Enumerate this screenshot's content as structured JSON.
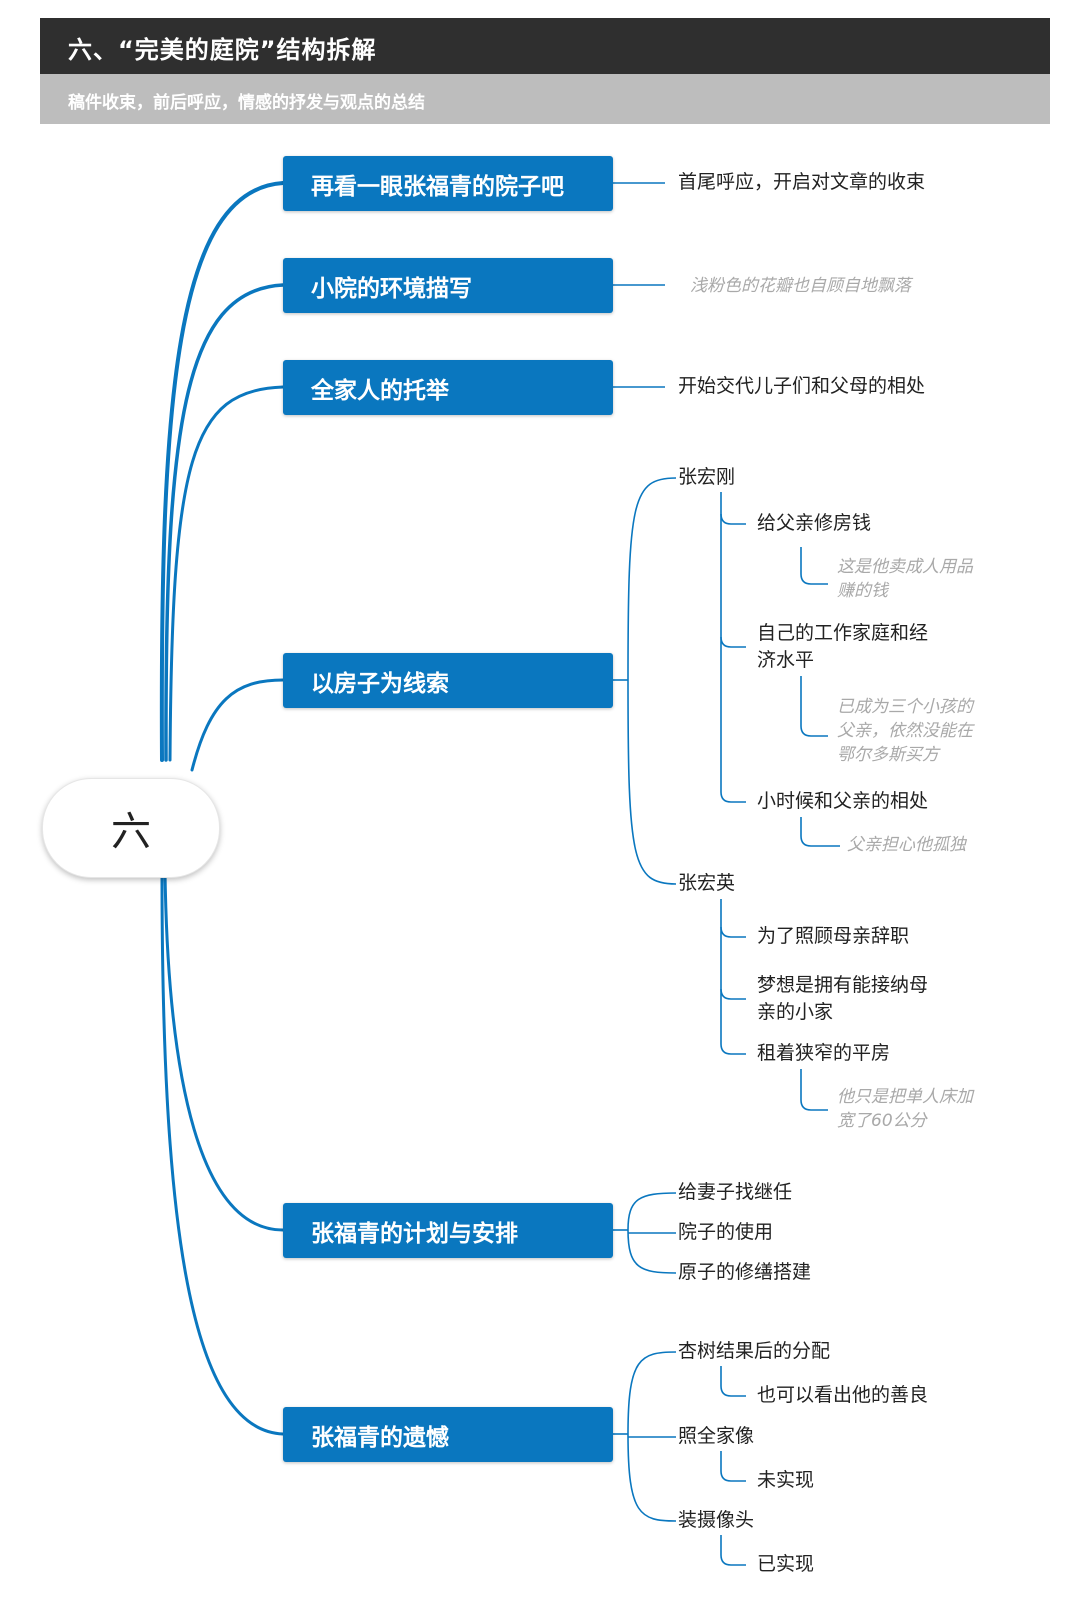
{
  "header": {
    "title": "六、“完美的庭院”结构拆解",
    "subtitle": "稿件收束，前后呼应，情感的抒发与观点的总结"
  },
  "root": "六",
  "branches": [
    {
      "label": "再看一眼张福青的院子吧",
      "child": "首尾呼应，开启对文章的收束"
    },
    {
      "label": "小院的环境描写",
      "child": "浅粉色的花瓣也自顾自地飘落"
    },
    {
      "label": "全家人的托举",
      "child": "开始交代儿子们和父母的相处"
    },
    {
      "label": "以房子为线索",
      "zhanghonggang": {
        "name": "张宏刚",
        "item1": "给父亲修房钱",
        "note1": [
          "这是他卖成人用品",
          "赚的钱"
        ],
        "item2": [
          "自己的工作家庭和经",
          "济水平"
        ],
        "note2": [
          "已成为三个小孩的",
          "父亲，依然没能在",
          "鄂尔多斯买方"
        ],
        "item3": "小时候和父亲的相处",
        "note3": "父亲担心他孤独"
      },
      "zhanghongying": {
        "name": "张宏英",
        "item1": "为了照顾母亲辞职",
        "item2": [
          "梦想是拥有能接纳母",
          "亲的小家"
        ],
        "item3": "租着狭窄的平房",
        "note3": [
          "他只是把单人床加",
          "宽了60公分"
        ]
      }
    },
    {
      "label": "张福青的计划与安排",
      "children": [
        "给妻子找继任",
        "院子的使用",
        "原子的修缮搭建"
      ]
    },
    {
      "label": "张福青的遗憾",
      "children": [
        {
          "text": "杏树结果后的分配",
          "sub": "也可以看出他的善良"
        },
        {
          "text": "照全家像",
          "sub": "未实现"
        },
        {
          "text": "装摄像头",
          "sub": "已实现"
        }
      ]
    }
  ],
  "colors": {
    "branch": "#0a77bf",
    "header": "#2f2f2f",
    "subheader": "#bdbdbd",
    "note": "#a9a9a9"
  }
}
